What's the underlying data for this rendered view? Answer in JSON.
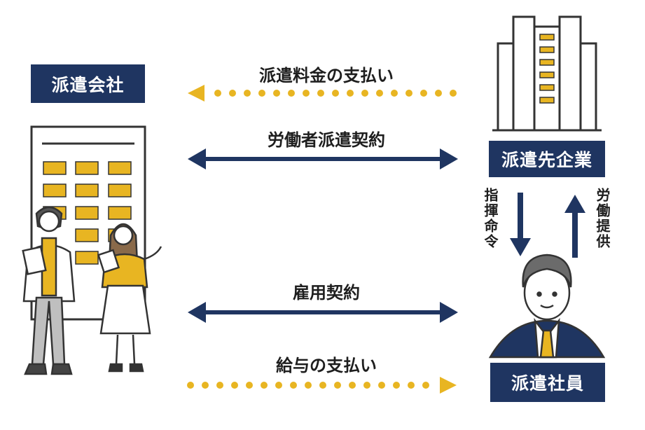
{
  "nodes": {
    "dispatch_company": "派遣会社",
    "client_company": "派遣先企業",
    "dispatched_employee": "派遣社員"
  },
  "edges": {
    "fee_payment": "派遣料金の支払い",
    "dispatch_contract": "労働者派遣契約",
    "employment_contract": "雇用契約",
    "salary_payment": "給与の支払い",
    "instructions": "指揮命令",
    "labor_provision": "労働提供"
  },
  "colors": {
    "navy": "#1f3561",
    "gold": "#e8b522",
    "outline": "#333333"
  }
}
